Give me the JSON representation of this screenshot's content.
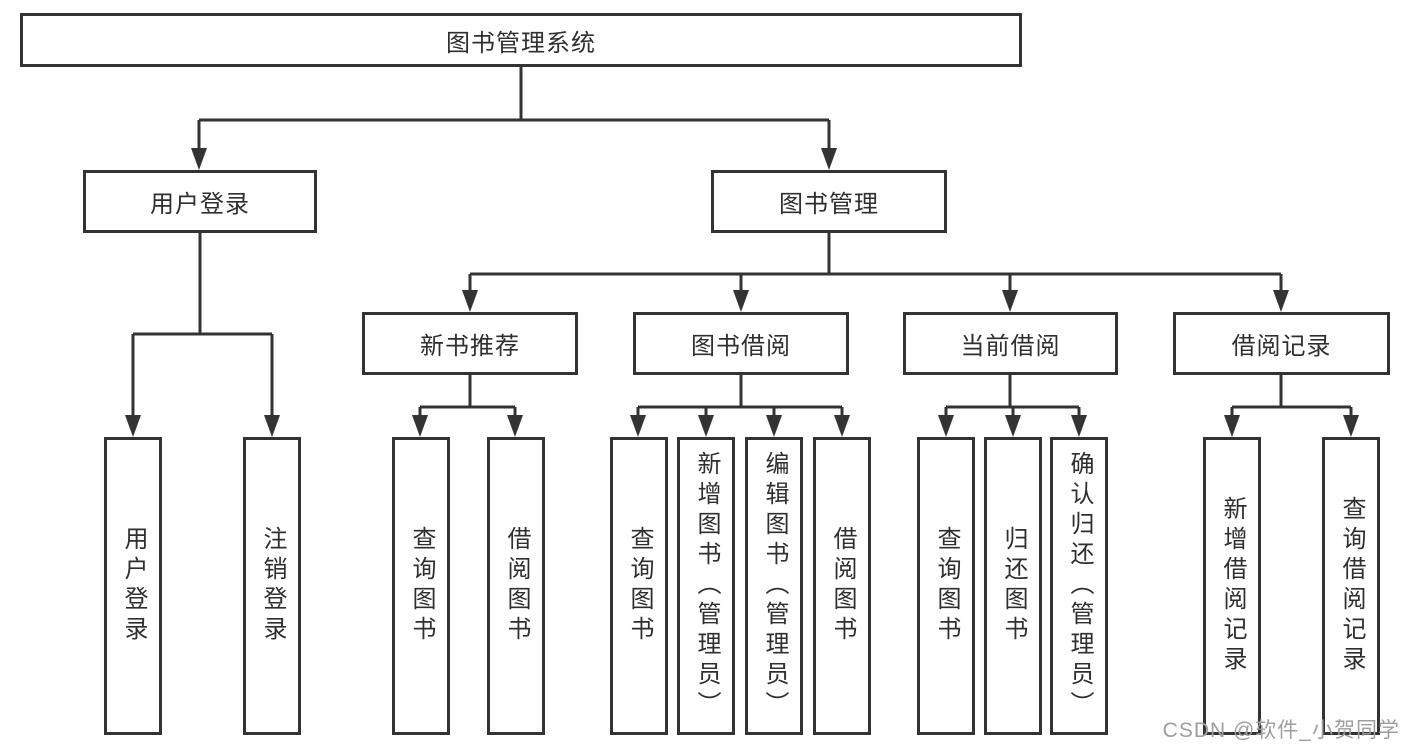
{
  "diagram_title": "图书管理系统",
  "nodes": {
    "root": {
      "label": "图书管理系统"
    },
    "user_login": {
      "label": "用户登录"
    },
    "book_management": {
      "label": "图书管理"
    },
    "new_book_recommend": {
      "label": "新书推荐"
    },
    "book_borrowing": {
      "label": "图书借阅"
    },
    "current_borrowing": {
      "label": "当前借阅"
    },
    "borrowing_records": {
      "label": "借阅记录"
    },
    "leaf_user_login": {
      "label": "用户登录"
    },
    "leaf_logout": {
      "label": "注销登录"
    },
    "leaf_nbr_query_books": {
      "label": "查询图书"
    },
    "leaf_nbr_borrow_books": {
      "label": "借阅图书"
    },
    "leaf_bb_query_books": {
      "label": "查询图书"
    },
    "leaf_bb_add_books": {
      "label": "新增图书（管理员）"
    },
    "leaf_bb_edit_books": {
      "label": "编辑图书（管理员）"
    },
    "leaf_bb_borrow_books": {
      "label": "借阅图书"
    },
    "leaf_cb_query_books": {
      "label": "查询图书"
    },
    "leaf_cb_return_books": {
      "label": "归还图书"
    },
    "leaf_cb_confirm_return": {
      "label": "确认归还（管理员）"
    },
    "leaf_br_add_record": {
      "label": "新增借阅记录"
    },
    "leaf_br_query_record": {
      "label": "查询借阅记录"
    }
  },
  "hierarchy": {
    "图书管理系统": [
      "用户登录",
      "图书管理"
    ],
    "用户登录": [
      "用户登录",
      "注销登录"
    ],
    "图书管理": [
      "新书推荐",
      "图书借阅",
      "当前借阅",
      "借阅记录"
    ],
    "新书推荐": [
      "查询图书",
      "借阅图书"
    ],
    "图书借阅": [
      "查询图书",
      "新增图书（管理员）",
      "编辑图书（管理员）",
      "借阅图书"
    ],
    "当前借阅": [
      "查询图书",
      "归还图书",
      "确认归还（管理员）"
    ],
    "借阅记录": [
      "新增借阅记录",
      "查询借阅记录"
    ]
  },
  "watermark": {
    "text": "CSDN @软件_小贺同学"
  },
  "colors": {
    "line": "#333333",
    "text": "#2f2f2f",
    "box_background": "#ffffff",
    "page_background": "#ffffff",
    "watermark": "#9e9e9e"
  }
}
